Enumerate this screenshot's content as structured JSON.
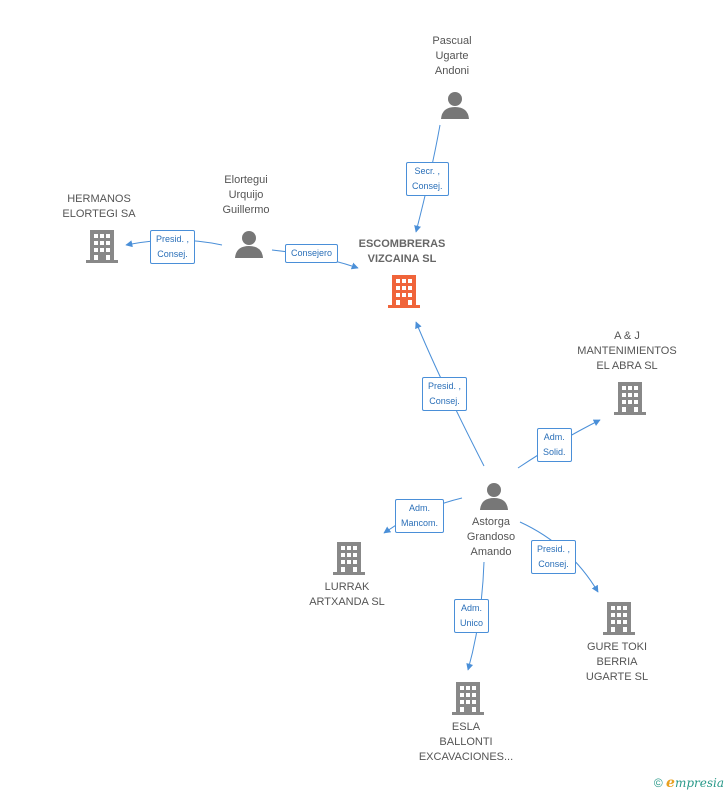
{
  "colors": {
    "edge": "#4a8fd8",
    "company": "#888888",
    "focus_company": "#f0643a",
    "person": "#777777"
  },
  "nodes": {
    "escombreras": {
      "lines": [
        "ESCOMBRERAS",
        "VIZCAINA SL"
      ],
      "icon": "building-icon",
      "focus": true
    },
    "pascual": {
      "lines": [
        "Pascual",
        "Ugarte",
        "Andoni"
      ],
      "icon": "person-icon"
    },
    "elortegui": {
      "lines": [
        "Elortegui",
        "Urquijo",
        "Guillermo"
      ],
      "icon": "person-icon"
    },
    "hermanos": {
      "lines": [
        "HERMANOS",
        "ELORTEGI SA"
      ],
      "icon": "building-icon"
    },
    "astorga": {
      "lines": [
        "Astorga",
        "Grandoso",
        "Amando"
      ],
      "icon": "person-icon"
    },
    "ayj": {
      "lines": [
        "A & J",
        "MANTENIMIENTOS",
        "EL ABRA SL"
      ],
      "icon": "building-icon"
    },
    "lurrak": {
      "lines": [
        "LURRAK",
        "ARTXANDA SL"
      ],
      "icon": "building-icon"
    },
    "esla": {
      "lines": [
        "ESLA",
        "BALLONTI",
        "EXCAVACIONES..."
      ],
      "icon": "building-icon"
    },
    "gure": {
      "lines": [
        "GURE TOKI",
        "BERRIA",
        "UGARTE SL"
      ],
      "icon": "building-icon"
    }
  },
  "edges": [
    {
      "id": "pascual-escombreras",
      "lines": [
        "Secr. ,",
        "Consej."
      ]
    },
    {
      "id": "elortegui-escombreras",
      "lines": [
        "Consejero"
      ]
    },
    {
      "id": "elortegui-hermanos",
      "lines": [
        "Presid. ,",
        "Consej."
      ]
    },
    {
      "id": "astorga-escombreras",
      "lines": [
        "Presid. ,",
        "Consej."
      ]
    },
    {
      "id": "astorga-ayj",
      "lines": [
        "Adm.",
        "Solid."
      ]
    },
    {
      "id": "astorga-lurrak",
      "lines": [
        "Adm.",
        "Mancom."
      ]
    },
    {
      "id": "astorga-esla",
      "lines": [
        "Adm.",
        "Unico"
      ]
    },
    {
      "id": "astorga-gure",
      "lines": [
        "Presid. ,",
        "Consej."
      ]
    }
  ],
  "footer": {
    "copyright": "©",
    "brand_initial": "e",
    "brand_rest": "mpresia"
  }
}
